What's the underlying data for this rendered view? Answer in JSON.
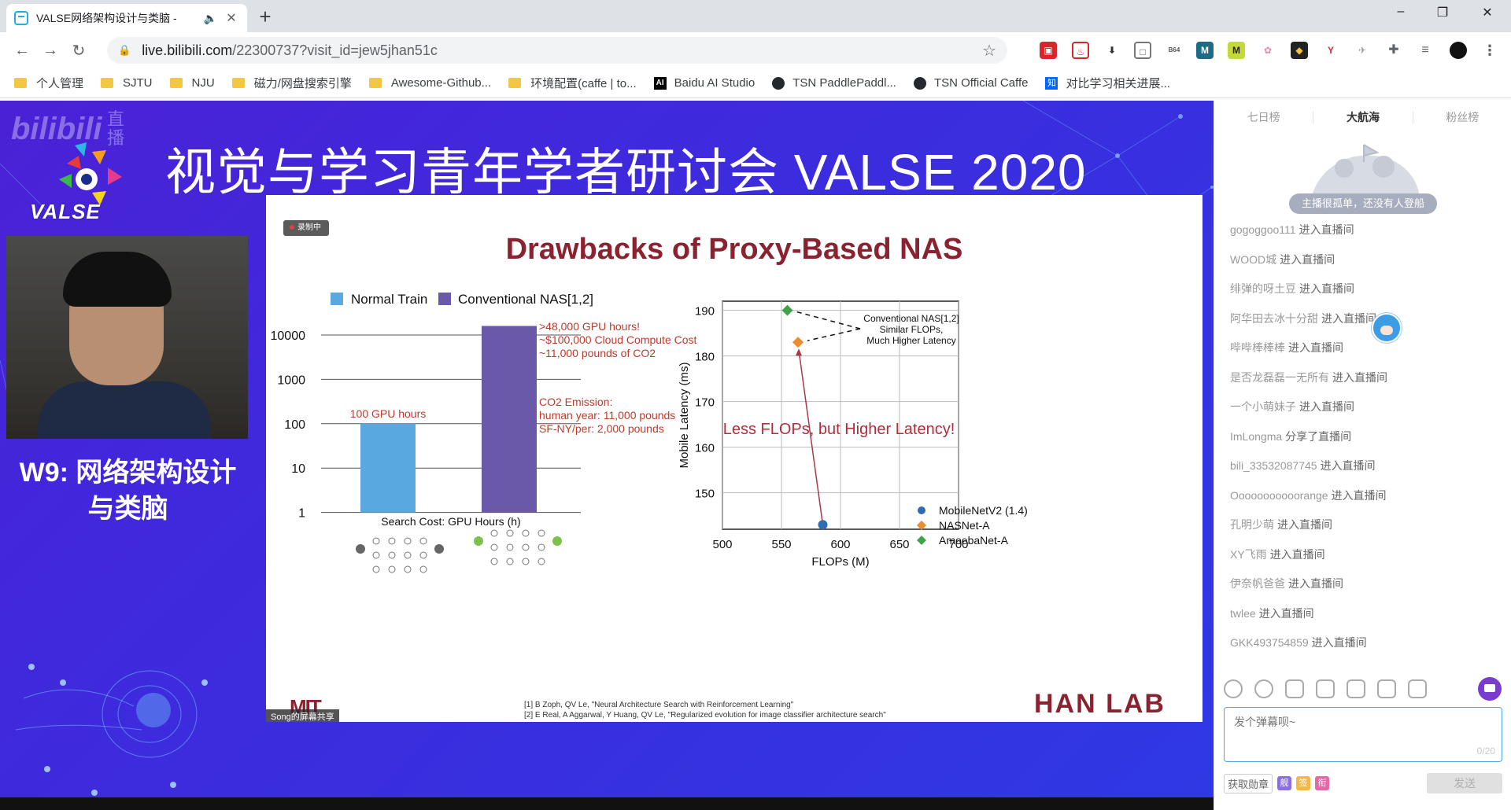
{
  "browser": {
    "tab_title": "VALSE网络架构设计与类脑 -",
    "url_host": "live.bilibili.com",
    "url_path": "/22300737?visit_id=jew5jhan51c",
    "window_controls": [
      "–",
      "❐",
      "✕"
    ]
  },
  "bookmarks": [
    {
      "label": "个人管理",
      "icon": "folder-icon"
    },
    {
      "label": "SJTU",
      "icon": "folder-icon"
    },
    {
      "label": "NJU",
      "icon": "folder-icon"
    },
    {
      "label": "磁力/网盘搜索引擎",
      "icon": "folder-icon"
    },
    {
      "label": "Awesome-Github...",
      "icon": "folder-icon"
    },
    {
      "label": "环境配置(caffe | to...",
      "icon": "folder-icon"
    },
    {
      "label": "Baidu AI Studio",
      "icon": "ai-studio-icon"
    },
    {
      "label": "TSN PaddlePaddl...",
      "icon": "github-icon"
    },
    {
      "label": "TSN Official Caffe",
      "icon": "github-icon"
    },
    {
      "label": "对比学习相关进展...",
      "icon": "zhihu-icon"
    }
  ],
  "video": {
    "watermark": "bilibili",
    "watermark_zh": "直播",
    "conference_title": "视觉与学习青年学者研讨会 VALSE 2020",
    "logo_text": "VALSE",
    "session_line1": "W9: 网络架构设计",
    "session_line2": "与类脑"
  },
  "slide": {
    "rec_badge": "录制中",
    "title": "Drawbacks of Proxy-Based NAS",
    "share_badge": "Song的屏幕共享",
    "refs": [
      "[1] B Zoph, QV Le, \"Neural Architecture Search with Reinforcement Learning\"",
      "[2] E Real, A Aggarwal, Y Huang, QV Le, \"Regularized evolution for image classifier architecture search\""
    ],
    "mit_logo": "MIT",
    "lab_logo": "HAN LAB"
  },
  "chart_data": [
    {
      "type": "bar",
      "legend": [
        "Normal Train",
        "Conventional NAS[1,2]"
      ],
      "categories": [
        "Normal Train",
        "Conventional NAS"
      ],
      "values": [
        100,
        16000
      ],
      "yscale": "log",
      "yticks": [
        "10000",
        "1000",
        "100",
        "10",
        "1"
      ],
      "xlabel": "Search Cost: GPU Hours (h)",
      "bar_labels": [
        "100 GPU hours",
        ""
      ],
      "colors": [
        "#5aa8e0",
        "#6a58a8"
      ],
      "annotation_cost": [
        ">48,000 GPU hours!",
        "~$100,000 Cloud Compute Cost",
        "~11,000 pounds of CO2"
      ],
      "annotation_co2": [
        "CO2 Emission:",
        "human year: 11,000 pounds",
        "SF-NY/per: 2,000 pounds"
      ]
    },
    {
      "type": "scatter",
      "xlabel": "FLOPs (M)",
      "ylabel": "Mobile Latency (ms)",
      "xlim": [
        500,
        700
      ],
      "ylim": [
        142,
        192
      ],
      "xticks": [
        "500",
        "550",
        "600",
        "650",
        "700"
      ],
      "yticks": [
        "190",
        "180",
        "170",
        "160",
        "150"
      ],
      "series": [
        {
          "name": "MobileNetV2 (1.4)",
          "marker": "circle",
          "color": "#2f6db0",
          "x": 585,
          "y": 143
        },
        {
          "name": "NASNet-A",
          "marker": "diamond",
          "color": "#ef8a2e",
          "x": 564,
          "y": 183
        },
        {
          "name": "AmoebaNet-A",
          "marker": "diamond",
          "color": "#3fa34a",
          "x": 555,
          "y": 190
        }
      ],
      "callout": [
        "Conventional NAS[1,2]",
        "Similar FLOPs,",
        "Much Higher Latency"
      ],
      "highlight": "Less FLOPs, but Higher Latency!"
    }
  ],
  "panel": {
    "rank_tabs": [
      "七日榜",
      "大航海",
      "粉丝榜"
    ],
    "empty_text": "主播很孤单，还没有人登船",
    "chat": [
      {
        "user": "gogoggoo111",
        "action": "进入直播间"
      },
      {
        "user": "WOOD城",
        "action": "进入直播间"
      },
      {
        "user": "绯弹的呀土豆",
        "action": "进入直播间"
      },
      {
        "user": "阿华田去冰十分甜",
        "action": "进入直播间"
      },
      {
        "user": "哔哔棒棒棒",
        "action": "进入直播间"
      },
      {
        "user": "是否龙磊磊一无所有",
        "action": "进入直播间"
      },
      {
        "user": "一个小萌妹子",
        "action": "进入直播间"
      },
      {
        "user": "ImLongma",
        "action": "分享了直播间"
      },
      {
        "user": "bili_33532087745",
        "action": "进入直播间"
      },
      {
        "user": "Ooooooooooorange",
        "action": "进入直播间"
      },
      {
        "user": "孔明少萌",
        "action": "进入直播间"
      },
      {
        "user": "XY飞雨",
        "action": "进入直播间"
      },
      {
        "user": "伊奈帆爸爸",
        "action": "进入直播间"
      },
      {
        "user": "twlee",
        "action": "进入直播间"
      },
      {
        "user": "GKK493754859",
        "action": "进入直播间"
      }
    ],
    "danmu_placeholder": "发个弹幕呗~",
    "danmu_count": "0/20",
    "medal_label": "获取勋章",
    "badges": [
      {
        "label": "舰",
        "color": "#8a6ee6"
      },
      {
        "label": "签",
        "color": "#f2b84b"
      },
      {
        "label": "衔",
        "color": "#e668a6"
      }
    ],
    "send_label": "发送"
  }
}
